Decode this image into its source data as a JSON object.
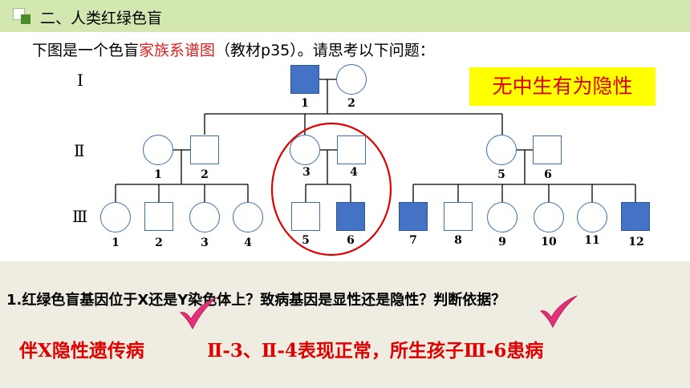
{
  "header": {
    "title": "二、人类红绿色盲"
  },
  "intro": {
    "prefix": "下图是一个色盲",
    "highlight": "家族系谱图",
    "suffix": "（教材p35）。请思考以下问题："
  },
  "callout": {
    "text": "无中生有为隐性"
  },
  "pedigree": {
    "generations": [
      "Ⅰ",
      "Ⅱ",
      "Ⅲ"
    ],
    "gen1": {
      "numbers": [
        "1",
        "2"
      ]
    },
    "gen2": {
      "numbers": [
        "1",
        "2",
        "3",
        "4",
        "5",
        "6"
      ]
    },
    "gen3": {
      "numbers": [
        "1",
        "2",
        "3",
        "4",
        "5",
        "6",
        "7",
        "8",
        "9",
        "10",
        "11",
        "12"
      ]
    },
    "affected": [
      "Ⅰ-1",
      "Ⅲ-6",
      "Ⅲ-7",
      "Ⅲ-12"
    ],
    "colors": {
      "affected": "#4472c4",
      "outline": "#3d6fa8",
      "highlight_circle": "#e00000"
    }
  },
  "question": {
    "text": "1.红绿色盲基因位于X还是Y染色体上？致病基因是显性还是隐性？判断依据？"
  },
  "answers": {
    "inheritance": "伴X隐性遗传病",
    "reason": "Ⅱ-3、Ⅱ-4表现正常，所生孩子Ⅲ-6患病"
  },
  "colors": {
    "header_bar": "#d3e8b0",
    "accent_red": "#e00000",
    "callout_bg": "#ffff00",
    "check": "#e0337a",
    "panel_bg": "#efece2"
  }
}
